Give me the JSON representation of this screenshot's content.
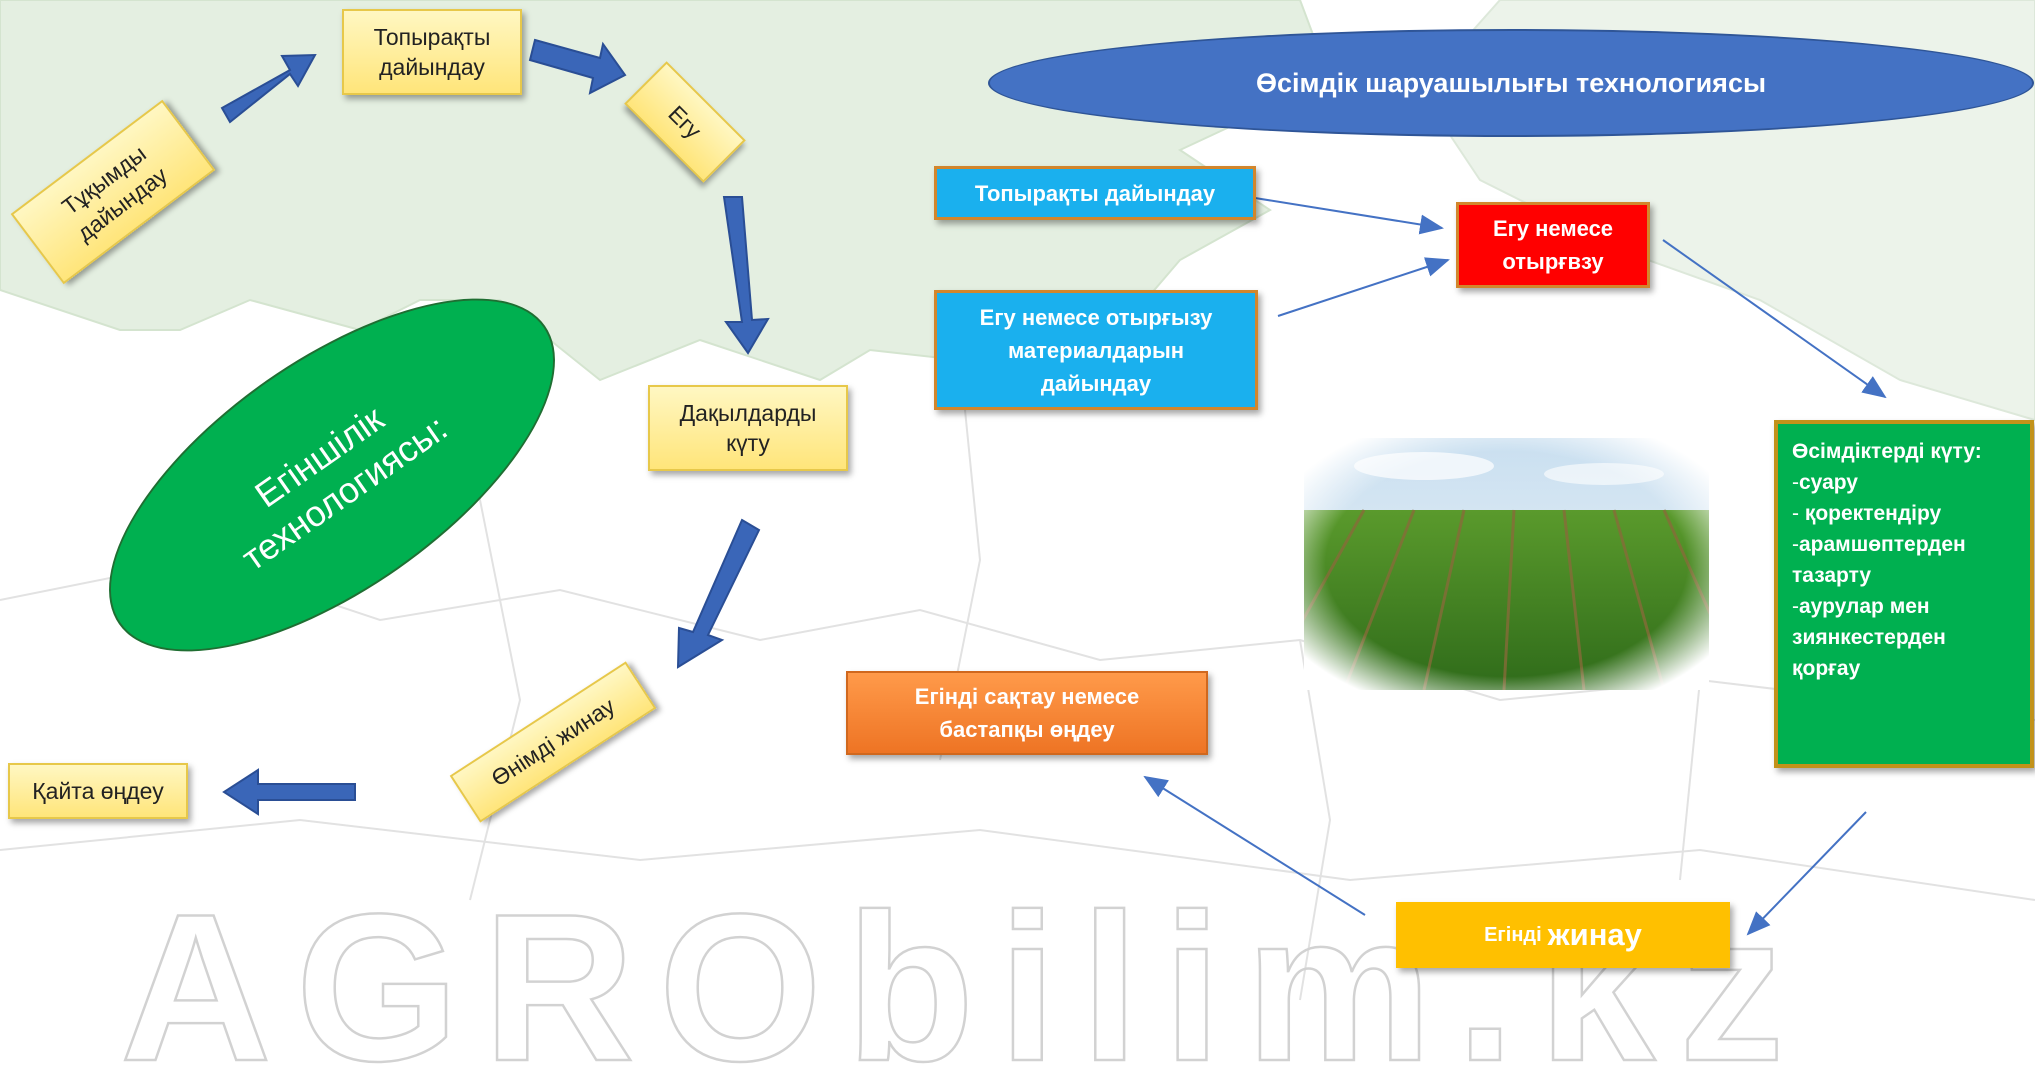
{
  "title": "Өсімдік шаруашылығы технологиясы",
  "left_cycle": {
    "center_label_line1": "Егіншілік",
    "center_label_line2": "технологиясы:",
    "nodes": {
      "seed_prep_line1": "Тұқымды",
      "seed_prep_line2": "дайындау",
      "soil_prep_line1": "Топырақты",
      "soil_prep_line2": "дайындау",
      "sowing": "Егу",
      "crop_care_line1": "Дақылдарды",
      "crop_care_line2": "күту",
      "harvest": "Өнімді жинау",
      "reprocess": "Қайта өңдеу"
    }
  },
  "right_flow": {
    "soil_prep": "Топырақты дайындау",
    "material_prep_line1": "Егу немесе отырғызу",
    "material_prep_line2": "материалдарын",
    "material_prep_line3": "дайындау",
    "sowing_line1": "Егу немесе",
    "sowing_line2": "отырғвзу",
    "care": {
      "title": "Өсімдіктерді күту:",
      "items": [
        {
          "dash": "-",
          "text": "суару"
        },
        {
          "dash": "- ",
          "text": "қоректендіру"
        },
        {
          "dash": "-",
          "text": "арамшөптерден"
        },
        {
          "dash": "",
          "text": "тазарту"
        },
        {
          "dash": "-",
          "text": "аурулар мен"
        },
        {
          "dash": "",
          "text": "зиянкестерден"
        },
        {
          "dash": "",
          "text": "қорғау"
        }
      ]
    },
    "harvest_small": "Егінді",
    "harvest_big": "жинау",
    "storage_line1": "Егінді сақтау немесе",
    "storage_line2": "бастапқы өңдеу"
  },
  "watermark": "AGRObilim.kz",
  "colors": {
    "title_ellipse": "#4472c4",
    "tech_ellipse": "#00b050",
    "arrow_block": "#3a66b8",
    "connector": "#4472c4",
    "blue_box": "#1ab0ee",
    "red_box": "#ff0000",
    "green_box": "#00b050",
    "orange_box": "#ee7424",
    "gold_box": "#ffc000"
  }
}
